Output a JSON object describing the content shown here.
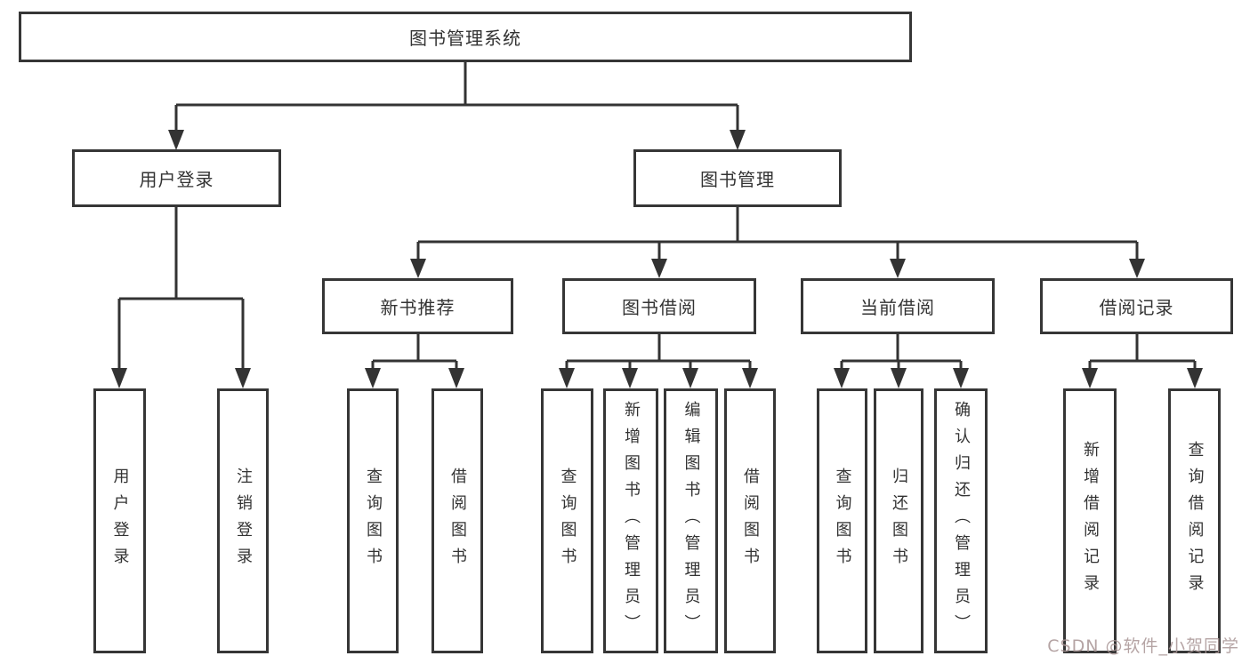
{
  "tree": {
    "root": {
      "label": "图书管理系统"
    },
    "children": [
      {
        "label": "用户登录",
        "children": [
          {
            "label": "用户登录"
          },
          {
            "label": "注销登录"
          }
        ]
      },
      {
        "label": "图书管理",
        "children": [
          {
            "label": "新书推荐",
            "children": [
              {
                "label": "查询图书"
              },
              {
                "label": "借阅图书"
              }
            ]
          },
          {
            "label": "图书借阅",
            "children": [
              {
                "label": "查询图书"
              },
              {
                "label": "新增图书（管理员）"
              },
              {
                "label": "编辑图书（管理员）"
              },
              {
                "label": "借阅图书"
              }
            ]
          },
          {
            "label": "当前借阅",
            "children": [
              {
                "label": "查询图书"
              },
              {
                "label": "归还图书"
              },
              {
                "label": "确认归还（管理员）"
              }
            ]
          },
          {
            "label": "借阅记录",
            "children": [
              {
                "label": "新增借阅记录"
              },
              {
                "label": "查询借阅记录"
              }
            ]
          }
        ]
      }
    ]
  },
  "watermark": {
    "text": "CSDN @软件_小贺同学"
  },
  "colors": {
    "line": "#333333",
    "box_border": "#363636",
    "text": "#333333",
    "background": "#ffffff",
    "watermark": "#a89494"
  }
}
